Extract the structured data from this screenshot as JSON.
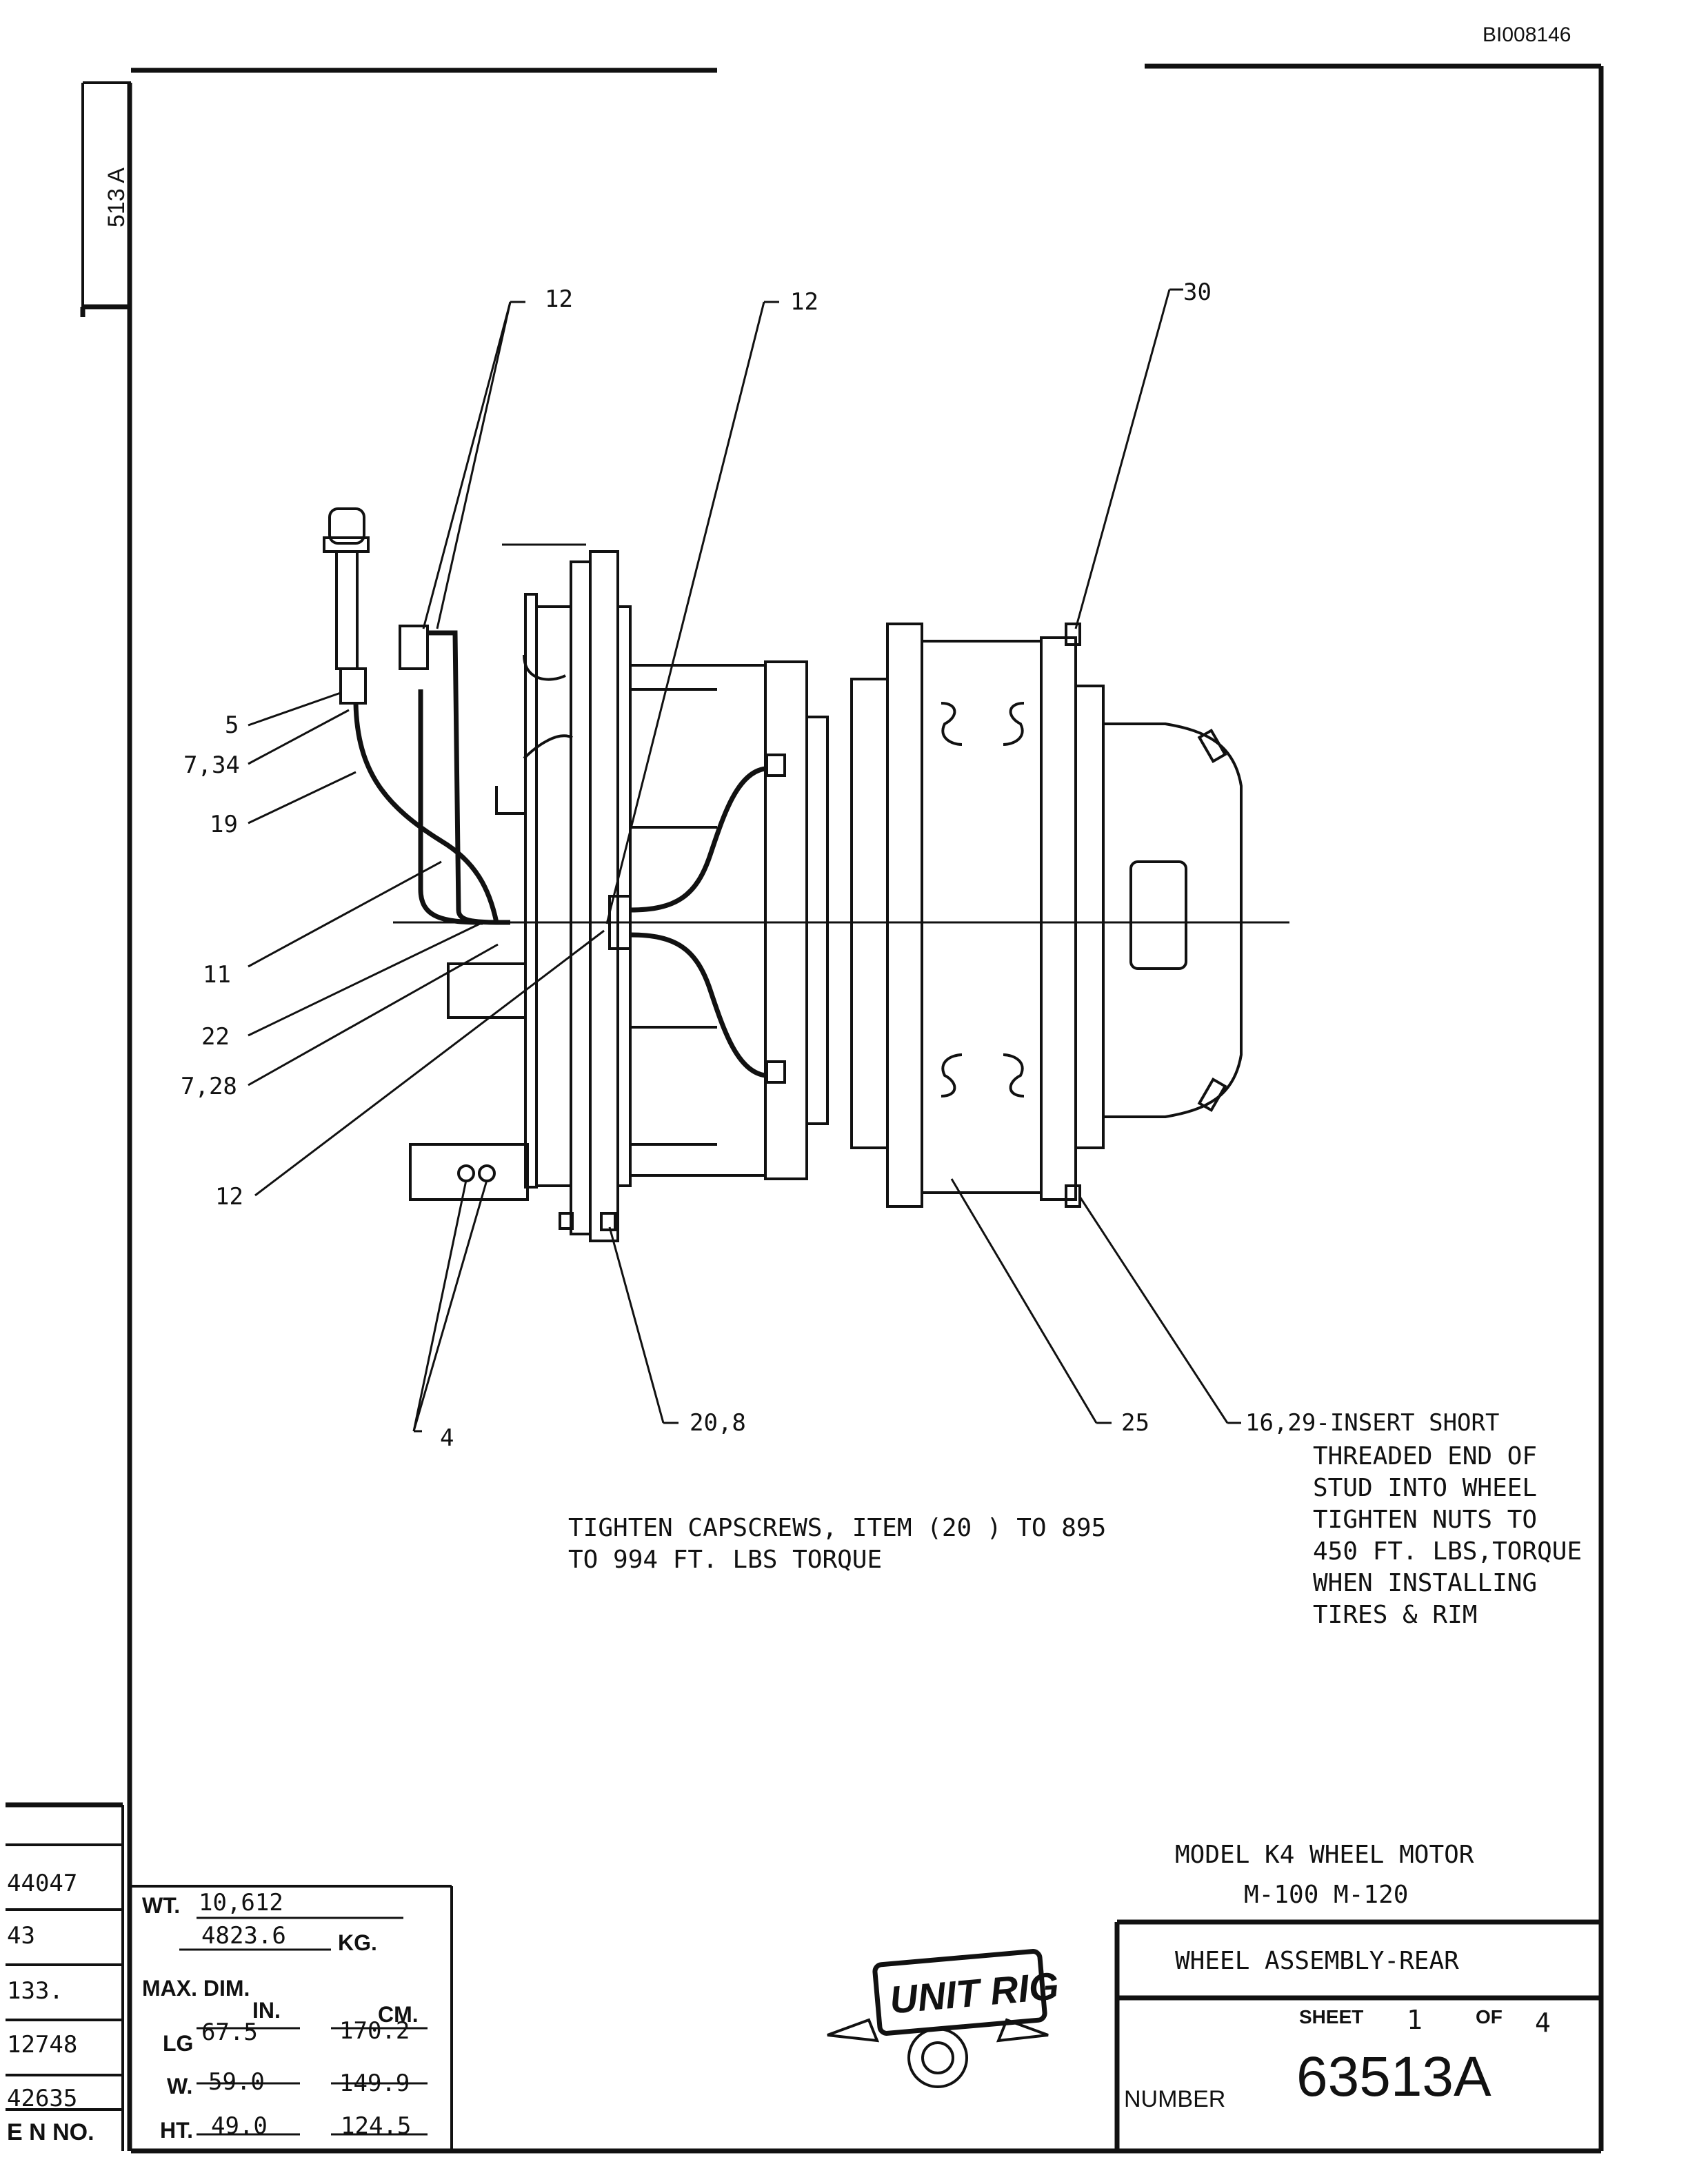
{
  "doc_id": "BI008146",
  "side_tab": "513 A",
  "callouts": {
    "c12a": "12",
    "c12b": "12",
    "c30": "30",
    "c5": "5",
    "c734": "7,34",
    "c19": "19",
    "c11": "11",
    "c22": "22",
    "c728": "7,28",
    "c12c": "12",
    "c4": "4",
    "c208": "20,8",
    "c25": "25",
    "c1629": "16,29-INSERT SHORT"
  },
  "notes": {
    "stud_note": "THREADED END OF\nSTUD INTO WHEEL\nTIGHTEN NUTS TO\n450 FT. LBS,TORQUE\nWHEN INSTALLING\nTIRES & RIM",
    "capscrew_note": "TIGHTEN CAPSCREWS, ITEM (20 ) TO 895\nTO 994 FT. LBS TORQUE"
  },
  "revision_column": [
    "44047",
    "43",
    "133.",
    "12748",
    "42635",
    "E N NO."
  ],
  "weights": {
    "wt_label": "WT.",
    "wt_value": "10,612",
    "kg_value": "4823.6",
    "kg_label": "KG.",
    "maxdim_label": "MAX. DIM.",
    "in_label": "IN.",
    "cm_label": "CM.",
    "lg_label": "LG",
    "lg_in": "67.5",
    "lg_cm": "170.2",
    "w_label": "W.",
    "w_in": "59.0",
    "w_cm": "149.9",
    "ht_label": "HT.",
    "ht_in": "49.0",
    "ht_cm": "124.5"
  },
  "title_block": {
    "model_line1": "MODEL K4 WHEEL MOTOR",
    "model_line2": "M-100 M-120",
    "assembly": "WHEEL ASSEMBLY-REAR",
    "sheet_label": "SHEET",
    "sheet_num": "1",
    "of_label": "OF",
    "sheet_total": "4",
    "number_label": "NUMBER",
    "number": "63513A",
    "logo_text": "UNIT RIG"
  }
}
